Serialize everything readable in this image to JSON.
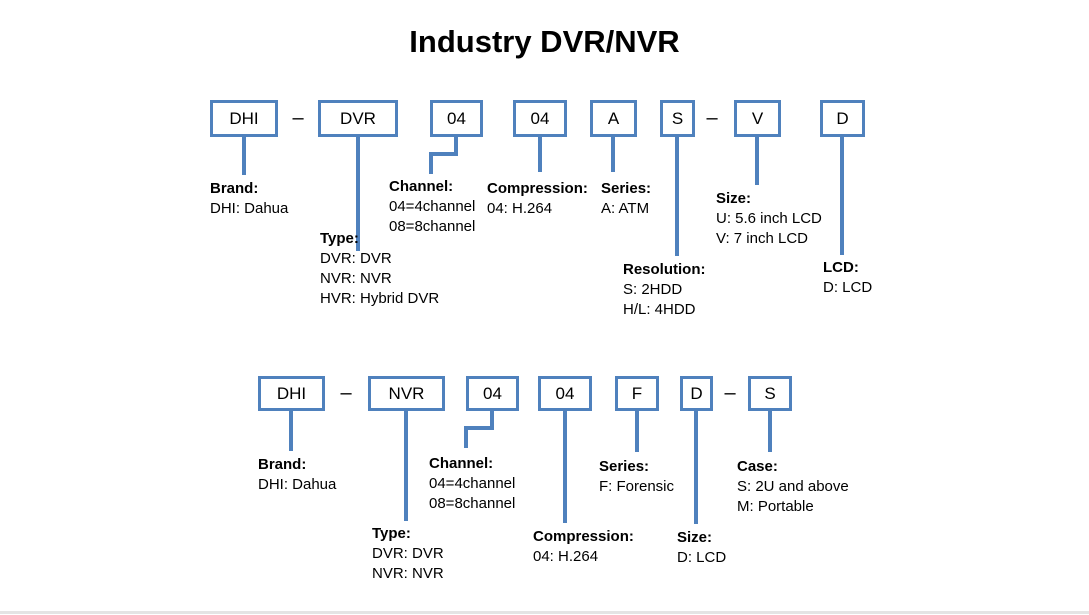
{
  "title": "Industry DVR/NVR",
  "separator": "–",
  "colors": {
    "accent": "#4f81bd",
    "text": "#000000",
    "background": "#ffffff"
  },
  "top_diagram": {
    "boxes": [
      "DHI",
      "DVR",
      "04",
      "04",
      "A",
      "S",
      "V",
      "D"
    ],
    "labels": {
      "brand": {
        "heading": "Brand:",
        "lines": [
          "DHI: Dahua"
        ]
      },
      "type": {
        "heading": "Type:",
        "lines": [
          "DVR: DVR",
          "NVR: NVR",
          "HVR: Hybrid DVR"
        ]
      },
      "channel": {
        "heading": "Channel:",
        "lines": [
          "04=4channel",
          "08=8channel"
        ]
      },
      "compression": {
        "heading": "Compression:",
        "lines": [
          "04: H.264"
        ]
      },
      "series": {
        "heading": "Series:",
        "lines": [
          "A: ATM"
        ]
      },
      "resolution": {
        "heading": "Resolution:",
        "lines": [
          "S: 2HDD",
          "H/L: 4HDD"
        ]
      },
      "size": {
        "heading": "Size:",
        "lines": [
          "U: 5.6 inch LCD",
          "V: 7 inch LCD"
        ]
      },
      "lcd": {
        "heading": "LCD:",
        "lines": [
          "D: LCD"
        ]
      }
    }
  },
  "bottom_diagram": {
    "boxes": [
      "DHI",
      "NVR",
      "04",
      "04",
      "F",
      "D",
      "S"
    ],
    "labels": {
      "brand": {
        "heading": "Brand:",
        "lines": [
          "DHI: Dahua"
        ]
      },
      "type": {
        "heading": "Type:",
        "lines": [
          "DVR: DVR",
          "NVR: NVR"
        ]
      },
      "channel": {
        "heading": "Channel:",
        "lines": [
          "04=4channel",
          "08=8channel"
        ]
      },
      "compression": {
        "heading": "Compression:",
        "lines": [
          "04: H.264"
        ]
      },
      "series": {
        "heading": "Series:",
        "lines": [
          "F: Forensic"
        ]
      },
      "size": {
        "heading": "Size:",
        "lines": [
          "D: LCD"
        ]
      },
      "case": {
        "heading": "Case:",
        "lines": [
          "S: 2U and above",
          "M: Portable"
        ]
      }
    }
  }
}
